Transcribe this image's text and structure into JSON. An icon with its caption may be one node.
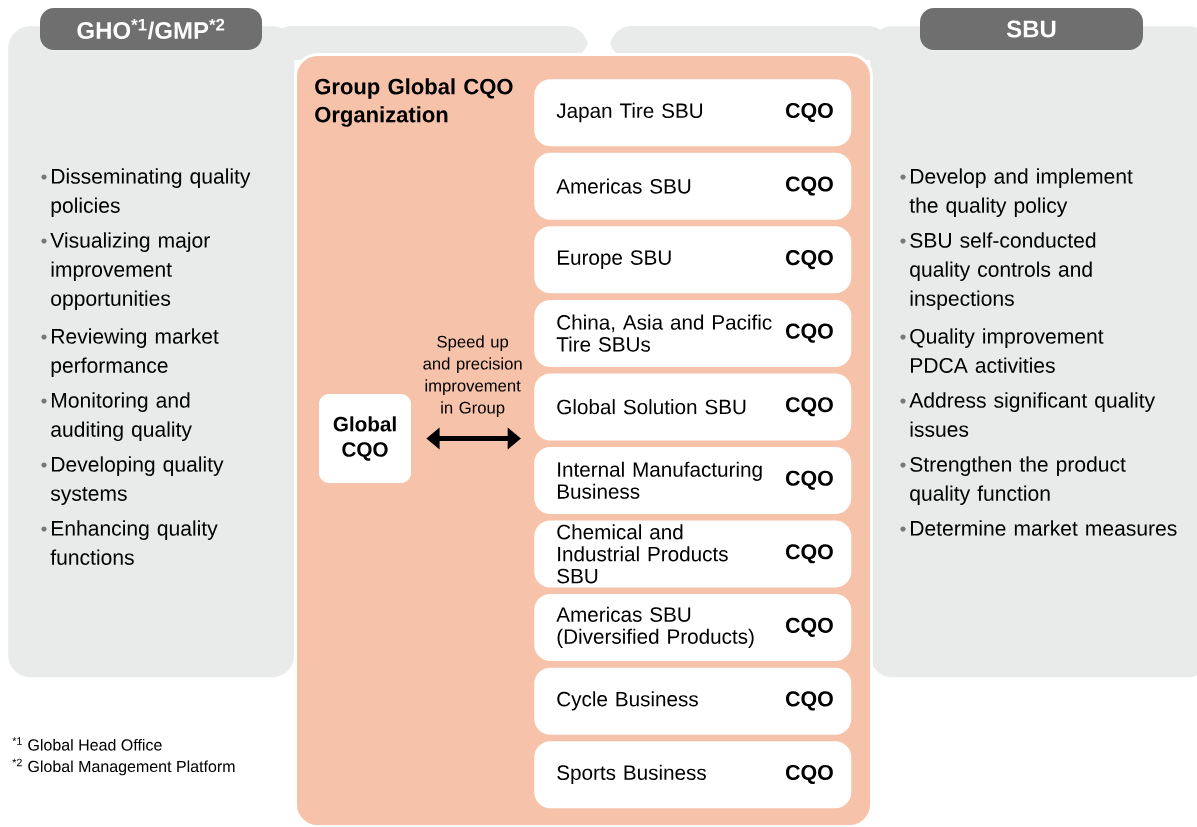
{
  "diagram": {
    "nodes": [
      {
        "text": [
          "GHO$^{*1}$/GMP$^{*2}$",
          "Disseminating quality policies",
          "Visualizing major improvement opportunities",
          "Reviewing market performance",
          "Monitoring and auditing quality",
          "Developing quality systems",
          "Enhancing quality functions"
        ]
      },
      {
        "text": [
          "SBU",
          "Develop and implement the quality policy",
          "SBU self-conducted quality controls and inspections",
          "Quality improvement PDCA activities",
          "Address significant quality issues",
          "Strengthen the product quality function",
          "Determine market measures"
        ]
      },
      {
        "text": [
          "Group Global CQO Organization"
        ]
      },
      {
        "text": [
          "Global CQO"
        ],
        "in": 2
      },
      {
        "text": [
          "Japan Tire SBU",
          "CQO"
        ],
        "in": 2
      },
      {
        "text": [
          "Americas SBU",
          "CQO"
        ],
        "in": 2
      },
      {
        "text": [
          "Europe SBU",
          "CQO"
        ],
        "in": 2
      },
      {
        "text": [
          "China, Asia and Pacific Tire SBUs",
          "CQO"
        ],
        "in": 2
      },
      {
        "text": [
          "Global Solution SBU",
          "CQO"
        ],
        "in": 2
      },
      {
        "text": [
          "Internal Manufacturing Business",
          "CQO"
        ],
        "in": 2
      },
      {
        "text": [
          "Chemical and Industrial Products SBU",
          "CQO"
        ],
        "in": 2
      },
      {
        "text": [
          "Americas SBU (Diversified Products)",
          "CQO"
        ],
        "in": 2
      },
      {
        "text": [
          "Cycle Business",
          "CQO"
        ],
        "in": 2
      },
      {
        "text": [
          "Sports Business",
          "CQO"
        ],
        "in": 2
      }
    ],
    "edges": [
      {
        "from": 3,
        "to": 8,
        "arrow": "both",
        "label": "Speed up and precision improvement in Group"
      }
    ],
    "labels": [
      "$^{*1}$ Global Head Office",
      "$^{*2}$ Global Management Platform"
    ]
  }
}
